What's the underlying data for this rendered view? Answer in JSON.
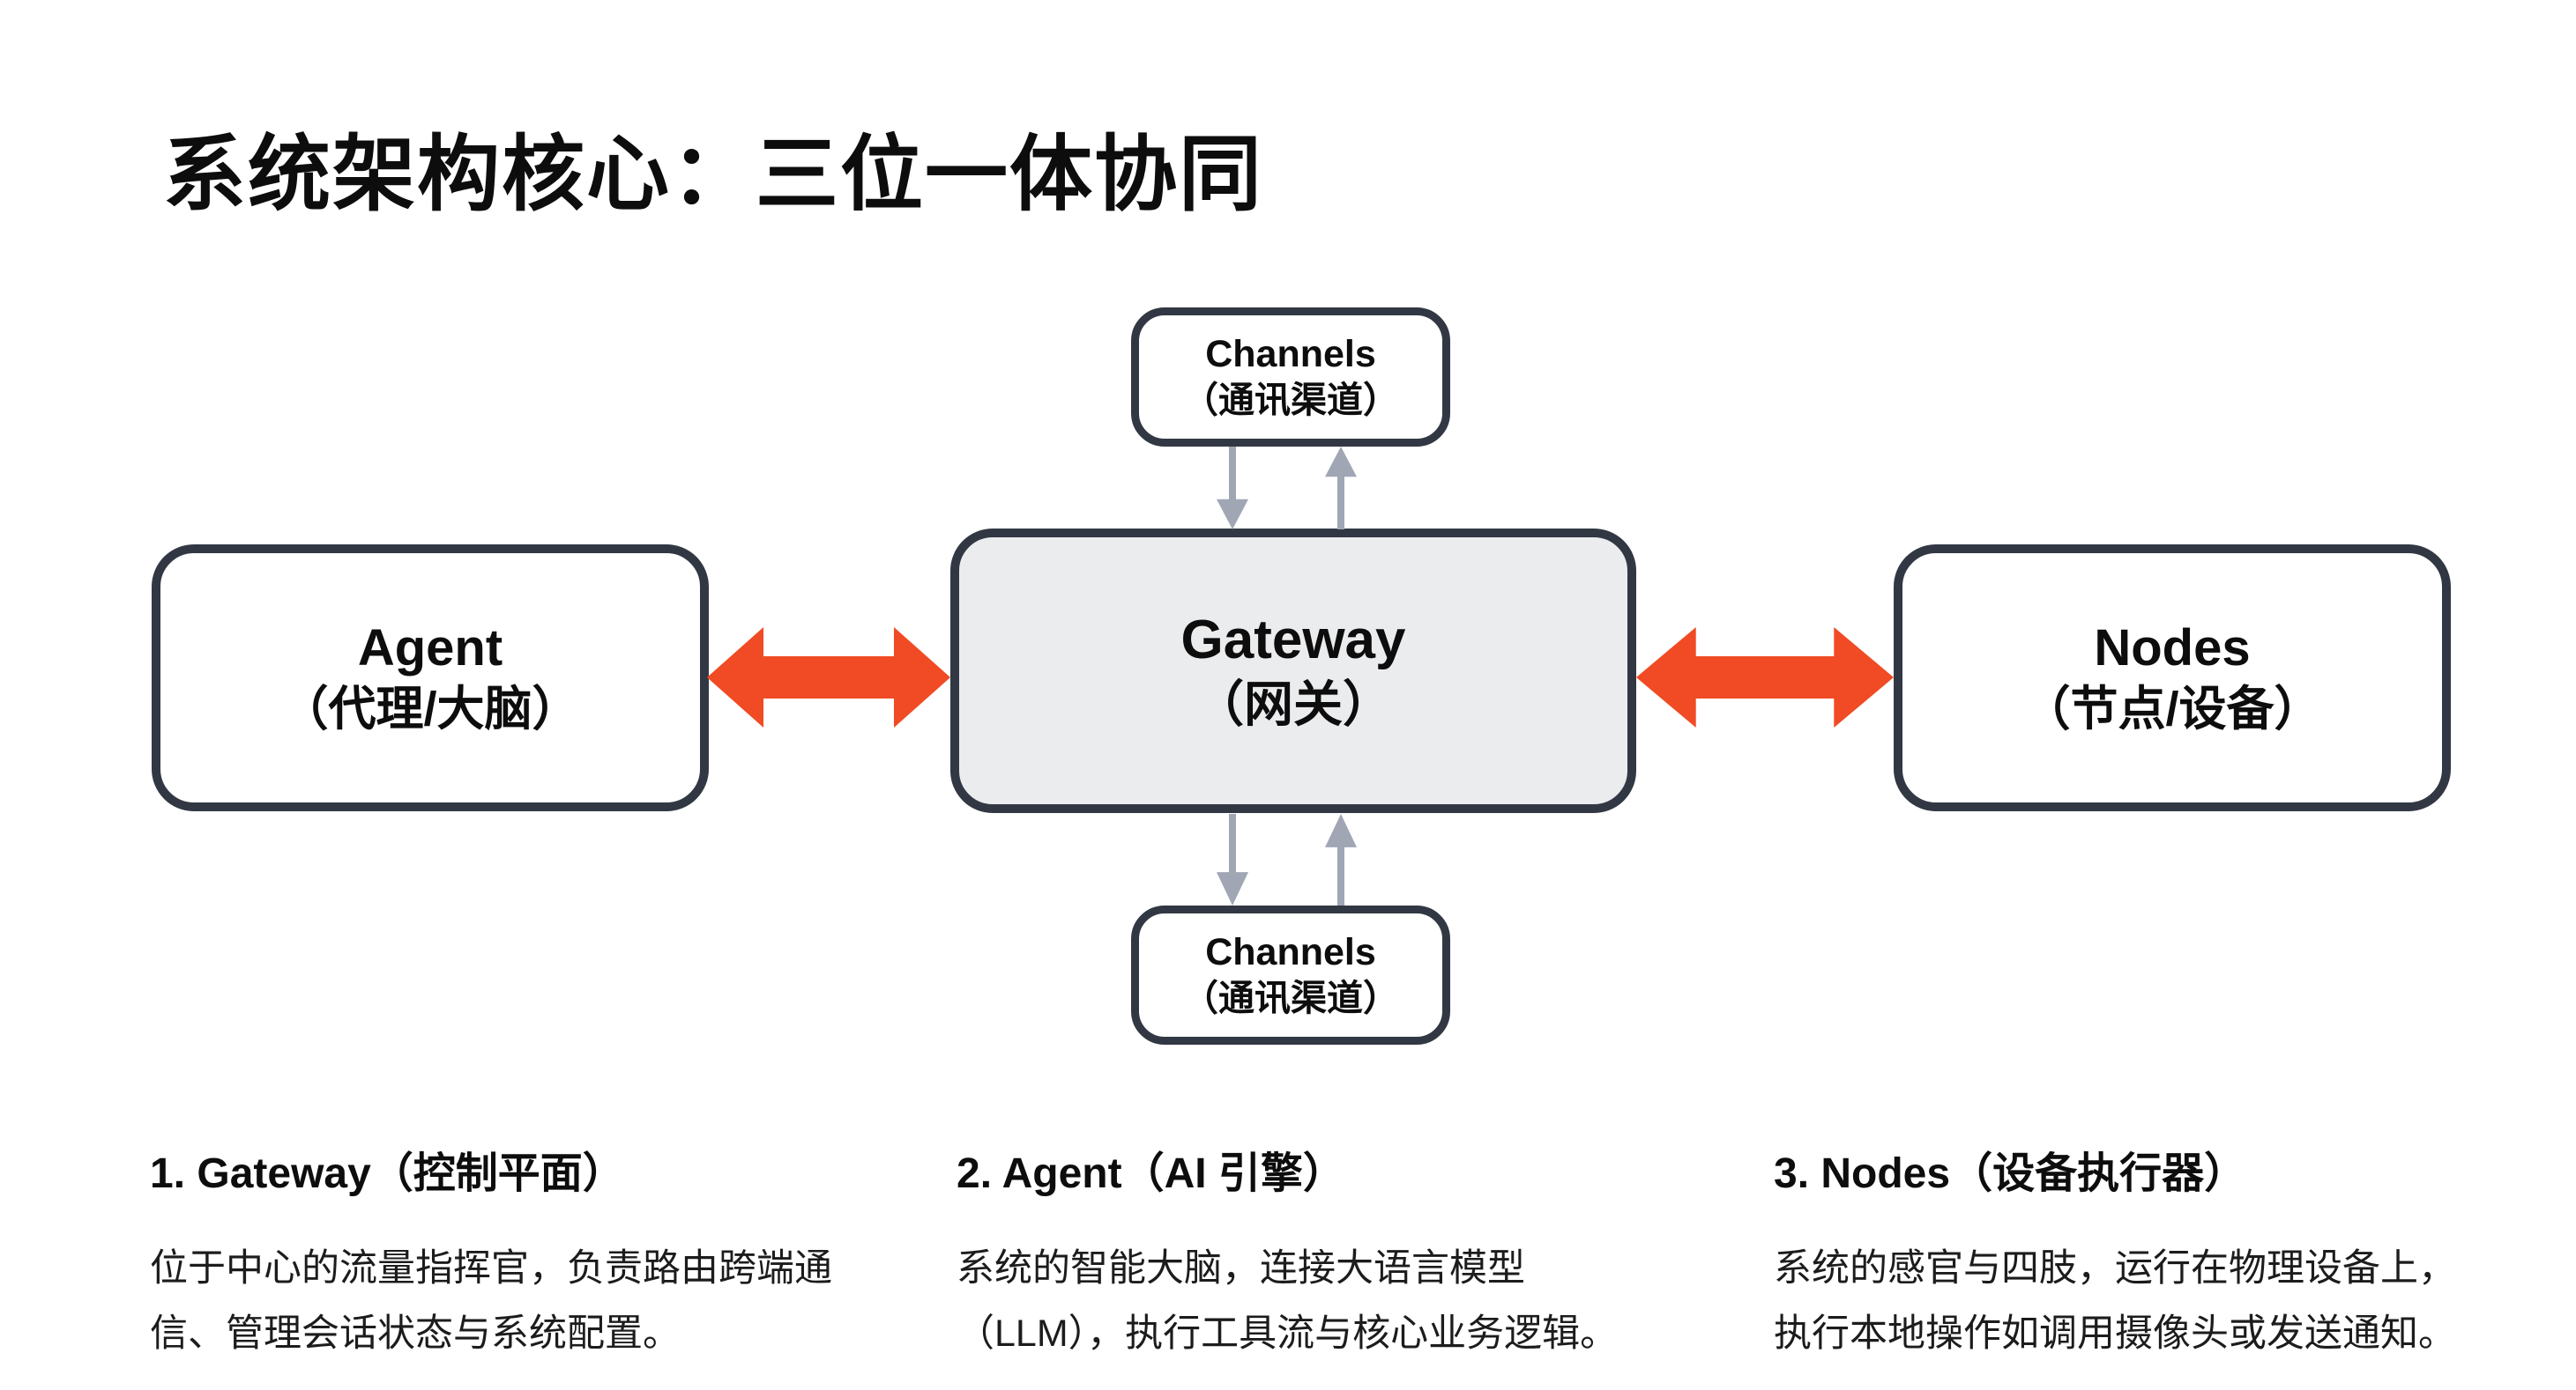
{
  "title": "系统架构核心：三位一体协同",
  "colors": {
    "arrow_red": "#F04B24",
    "arrow_gray": "#A0A6B4",
    "box_border": "#323843",
    "gateway_fill": "#EBECEE"
  },
  "diagram": {
    "agent": {
      "en": "Agent",
      "zh": "（代理/大脑）"
    },
    "gateway": {
      "en": "Gateway",
      "zh": "（网关）"
    },
    "nodes": {
      "en": "Nodes",
      "zh": "（节点/设备）"
    },
    "channels_top": {
      "en": "Channels",
      "zh": "（通讯渠道）"
    },
    "channels_bottom": {
      "en": "Channels",
      "zh": "（通讯渠道）"
    }
  },
  "legend": [
    {
      "heading": "1. Gateway（控制平面）",
      "body": "位于中心的流量指挥官，负责路由跨端通\n信、管理会话状态与系统配置。"
    },
    {
      "heading": "2. Agent（AI 引擎）",
      "body": "系统的智能大脑，连接大语言模型\n（LLM），执行工具流与核心业务逻辑。"
    },
    {
      "heading": "3. Nodes（设备执行器）",
      "body": "系统的感官与四肢，运行在物理设备上，\n执行本地操作如调用摄像头或发送通知。"
    }
  ]
}
